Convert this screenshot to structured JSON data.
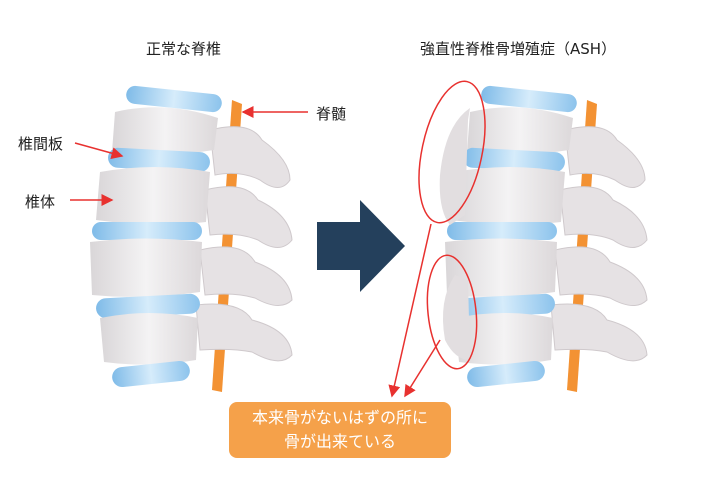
{
  "left_panel": {
    "title": "正常な脊椎",
    "labels": {
      "spinal_cord": "脊髄",
      "intervertebral_disc": "椎間板",
      "vertebral_body": "椎体"
    }
  },
  "right_panel": {
    "title": "強直性脊椎骨増殖症（ASH）"
  },
  "callout": {
    "line1": "本来骨がないはずの所に",
    "line2": "骨が出来ている"
  },
  "colors": {
    "arrow": "#24405c",
    "callout": "#f5a14a",
    "annotation": "#e8312f",
    "disc": "#a9d3f2",
    "spinal_cord": "#f39233"
  }
}
